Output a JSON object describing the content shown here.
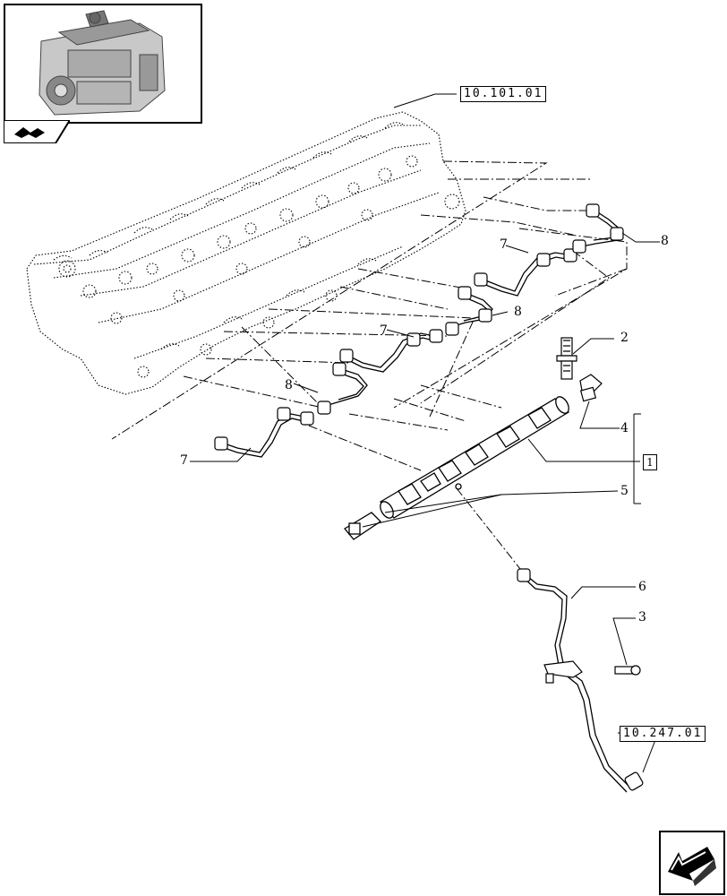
{
  "references": {
    "top": "10.101.01",
    "bottom": "10.247.01"
  },
  "callouts": {
    "c2": "2",
    "c3": "3",
    "c4": "4",
    "c5": "5",
    "c6": "6",
    "c7a": "7",
    "c7b": "7",
    "c7c": "7",
    "c8a": "8",
    "c8b": "8",
    "c8c": "8"
  },
  "group_label": "1",
  "icons": {
    "thumbnail": "engine-thumbnail-icon",
    "tab": "bookmark-tab-icon",
    "navigation": "previous-page-arrow-icon"
  }
}
